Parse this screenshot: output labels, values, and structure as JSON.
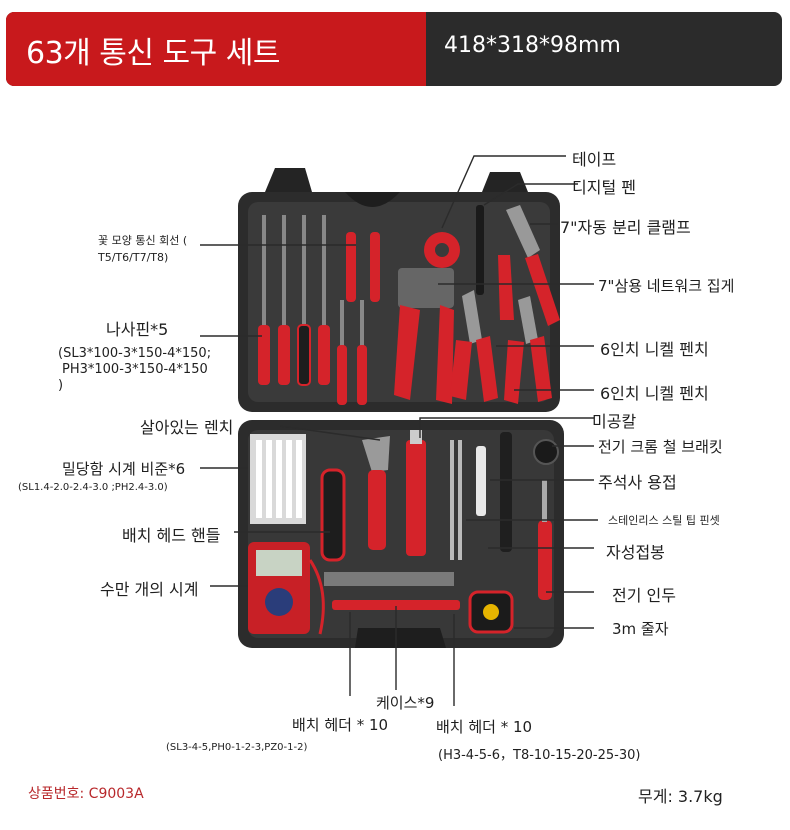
{
  "banner": {
    "title": "63개 통신 도구 세트",
    "dimensions": "418*318*98mm"
  },
  "labels": {
    "tape": "테이프",
    "digital_pen": "디지털 펜",
    "auto_stripper": "7\"자동 분리 클램프",
    "network_crimper": "7\"삼용 네트워크 집게",
    "nickel_pliers_1": "6인치 니켈 펜치",
    "nickel_pliers_2": "6인치 니켈 펜치",
    "flower_screwdriver": "꽃 모양 통신 회선 (",
    "flower_screwdriver_spec": "T5/T6/T7/T8)",
    "screwdriver": "나사핀*5",
    "screwdriver_spec_1": "(SL3*100-3*150-4*150;",
    "screwdriver_spec_2": "PH3*100-3*150-4*150",
    "screwdriver_spec_3": ")",
    "adjustable_wrench": "살아있는 렌치",
    "utility_knife": "미공칼",
    "chrome_bracket": "전기 크롬 철 브래킷",
    "precision_screwdriver": "밀당함 시계 비준*6",
    "precision_spec": "(SL1.4-2.0-2.4-3.0 ;PH2.4-3.0)",
    "solder_sucker": "주석사 용접",
    "tweezers": "스테인리스 스틸 팁 핀셋",
    "bit_handle": "배치 헤드 핸들",
    "magnetic_rod": "자성접봉",
    "multimeter": "수만 개의 시계",
    "soldering_iron": "전기 인두",
    "tape_measure": "3m 줄자",
    "case_label": "케이스*9",
    "bit_head_1": "배치 헤더 * 10",
    "bit_head_1_spec": "(SL3-4-5,PH0-1-2-3,PZ0-1-2)",
    "bit_head_2": "배치 헤더 * 10",
    "bit_head_2_spec": "(H3-4-5-6，T8-10-15-20-25-30)"
  },
  "footer": {
    "code": "상품번호: C9003A",
    "weight": "무게: 3.7kg"
  },
  "colors": {
    "brand_red": "#c8191c",
    "banner_dark": "#2b2b2b",
    "case_black": "#2a2a2a",
    "tool_red": "#d5232a"
  }
}
